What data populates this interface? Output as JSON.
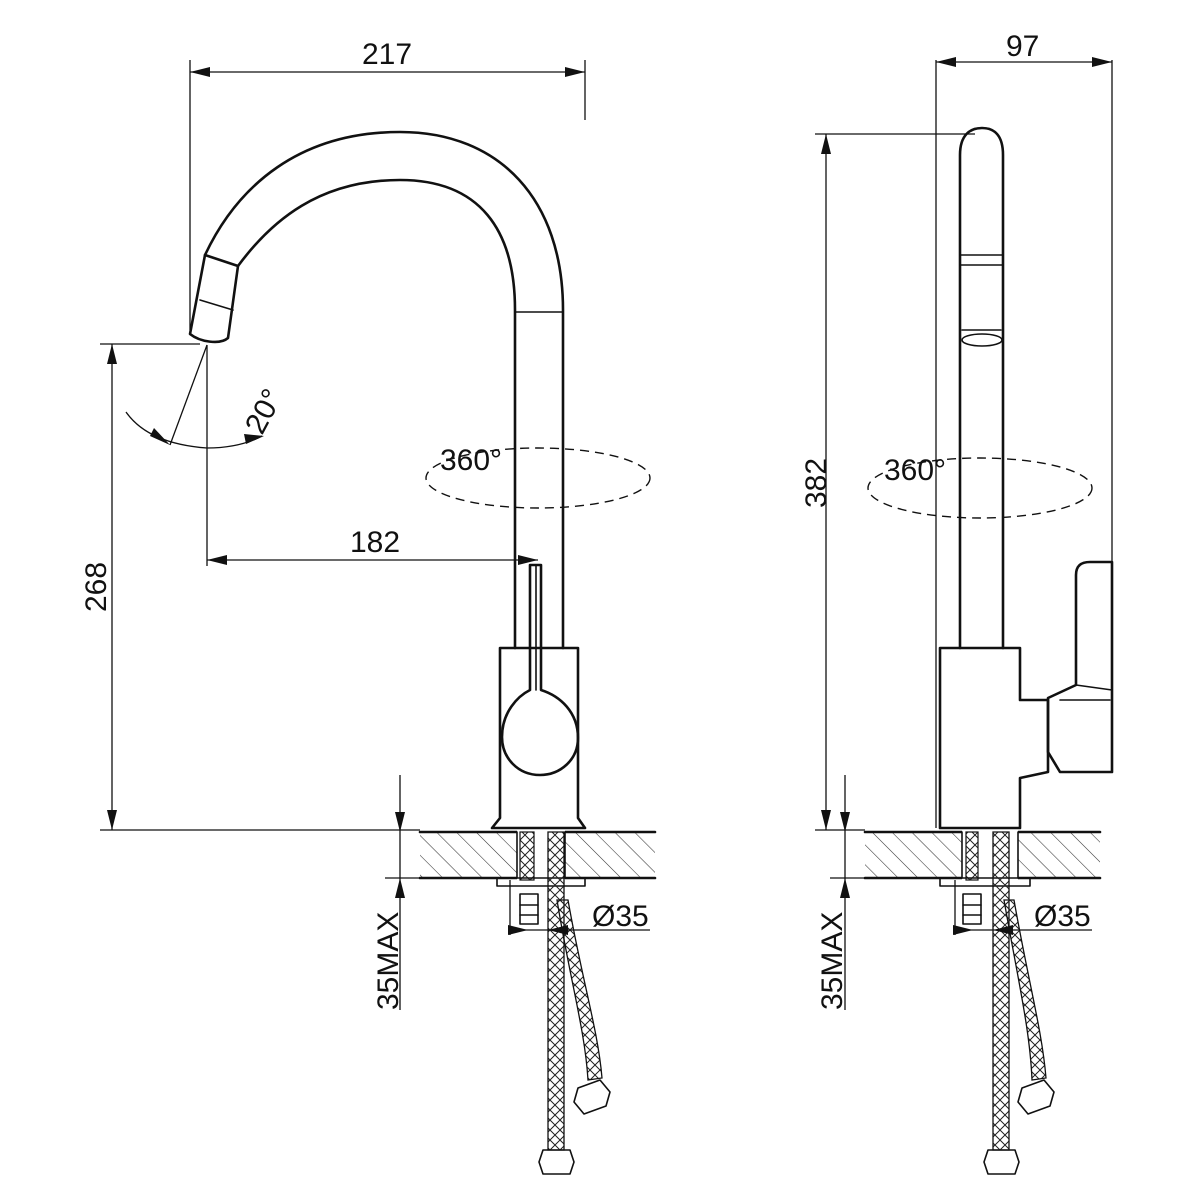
{
  "dimensions": {
    "front_width": "217",
    "spout_reach": "182",
    "spout_height": "268",
    "swivel_front": "360°",
    "spout_angle": "20°",
    "side_width": "97",
    "side_height": "382",
    "swivel_side": "360°",
    "hole_diameter_front": "Ø35",
    "hole_diameter_side": "Ø35",
    "max_thickness_front": "35MAX",
    "max_thickness_side": "35MAX"
  }
}
